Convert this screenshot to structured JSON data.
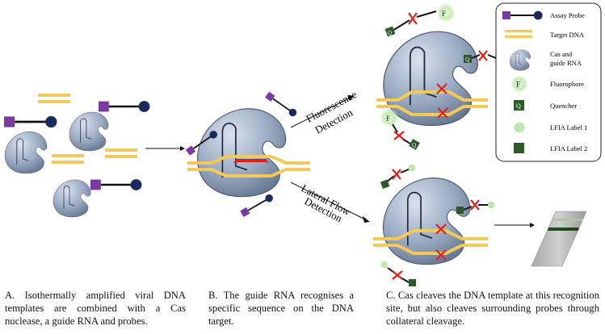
{
  "legend": {
    "items": [
      {
        "icon": "assay-probe-icon",
        "label": "Assay Probe"
      },
      {
        "icon": "target-dna-icon",
        "label": "Target DNA"
      },
      {
        "icon": "cas-guide-rna-icon",
        "label_line1": "Cas and",
        "label_line2": "guide RNA"
      },
      {
        "icon": "fluorophore-icon",
        "label": "Fluorophore"
      },
      {
        "icon": "quencher-icon",
        "label": "Quencher"
      },
      {
        "icon": "lfia-label-1-icon",
        "label": "LFIA Label 1"
      },
      {
        "icon": "lfia-label-2-icon",
        "label": "LFIA Label 2"
      }
    ]
  },
  "symbols": {
    "fluorophore": "F",
    "quencher": "Q"
  },
  "arrows": {
    "fluorescence_line1": "Fluorescence",
    "fluorescence_line2": "Detection",
    "lateral_line1": "Lateral Flow",
    "lateral_line2": "Detection"
  },
  "captions": {
    "a": "A. Isothermally amplified viral DNA templates are combined with a Cas nuclease, a guide RNA and probes.",
    "b": "B. The guide RNA recognises a specific sequence on the DNA target.",
    "c": "C. Cas cleaves the DNA template at this recognition site, but also cleaves surrounding probes through collateral cleavage."
  },
  "colors": {
    "probe_square": "#7b3aa0",
    "probe_circle": "#1a2a5e",
    "dna": "#f3c95a",
    "cas_body": "#8a9bb5",
    "cut": "#e0201b",
    "quencher": "#2f5a2c",
    "glow": "#cfeec0",
    "lfia_label_2": "#2d5a28"
  }
}
